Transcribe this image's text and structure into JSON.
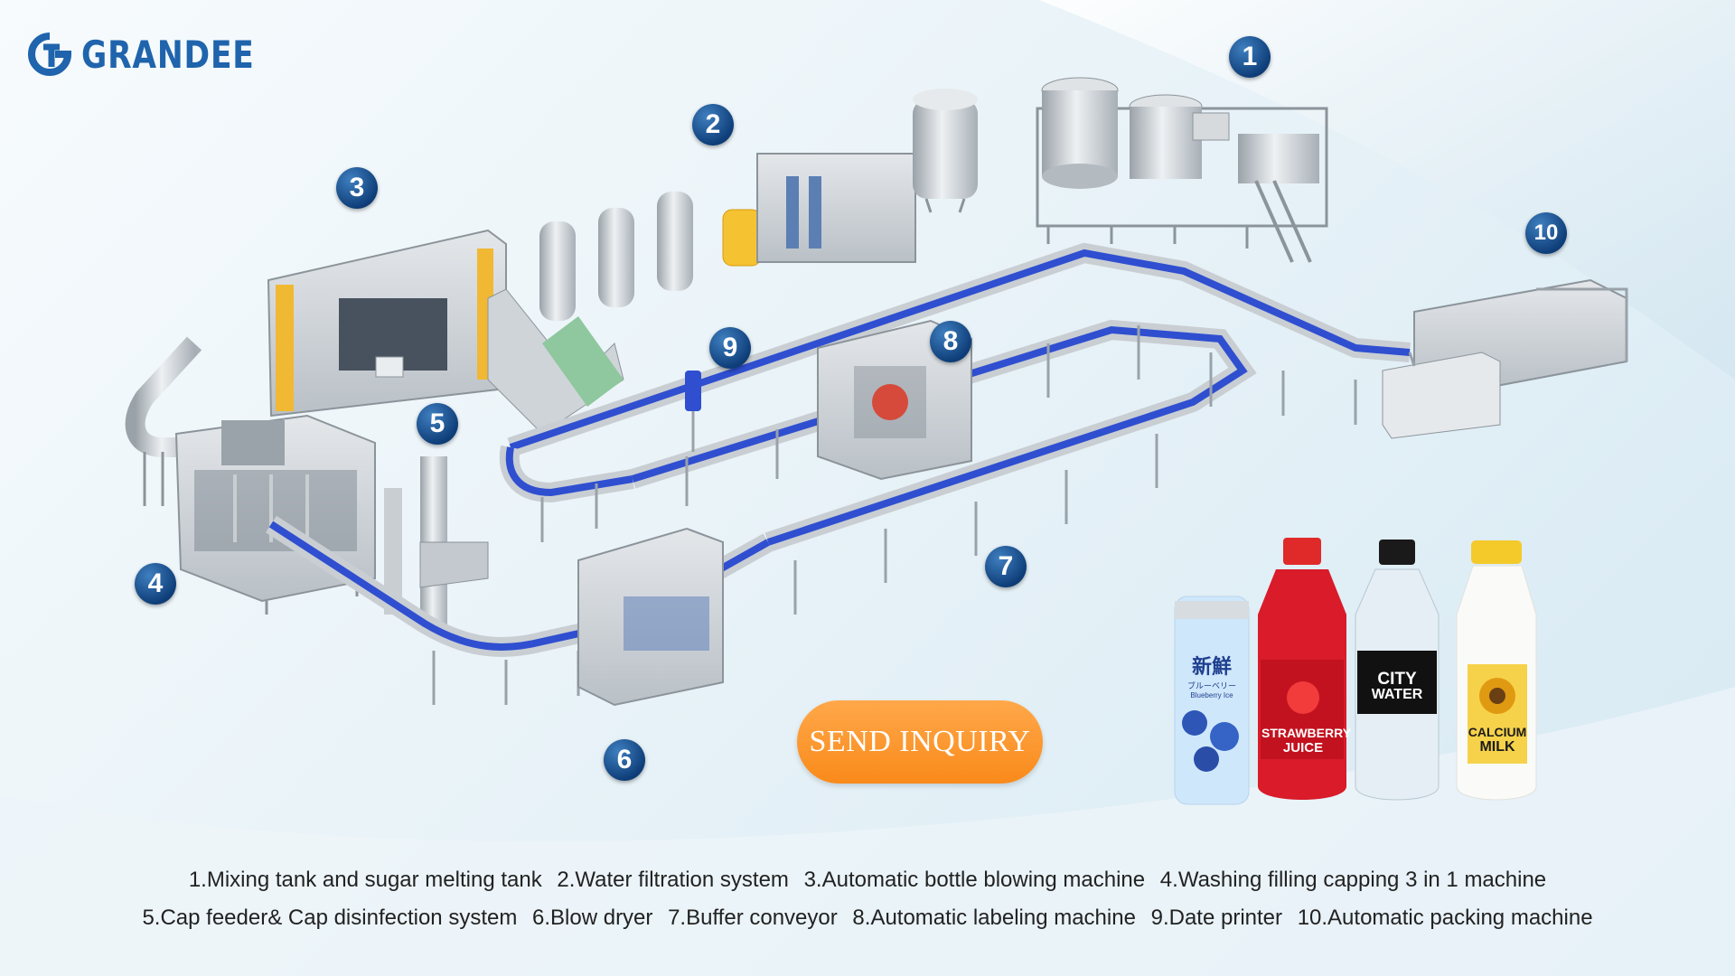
{
  "brand": {
    "name": "GRANDEE"
  },
  "markers": [
    {
      "label": "1",
      "name": "Mixing tank and sugar melting tank"
    },
    {
      "label": "2",
      "name": "Water filtration system"
    },
    {
      "label": "3",
      "name": "Automatic bottle blowing machine"
    },
    {
      "label": "4",
      "name": "Washing filling capping 3 in 1 machine"
    },
    {
      "label": "5",
      "name": "Cap feeder& Cap disinfection system"
    },
    {
      "label": "6",
      "name": "Blow dryer"
    },
    {
      "label": "7",
      "name": "Buffer conveyor"
    },
    {
      "label": "8",
      "name": "Automatic labeling machine"
    },
    {
      "label": "9",
      "name": "Date printer"
    },
    {
      "label": "10",
      "name": "Automatic packing machine"
    }
  ],
  "cta": {
    "label": "SEND INQUIRY"
  },
  "legend": {
    "line1": [
      "1.Mixing tank and sugar melting tank",
      "2.Water filtration system",
      "3.Automatic bottle blowing machine",
      "4.Washing filling capping 3 in 1 machine"
    ],
    "line2": [
      "5.Cap feeder& Cap disinfection system",
      "6.Blow dryer",
      "7.Buffer conveyor",
      "8.Automatic labeling machine",
      "9.Date printer",
      "10.Automatic packing machine"
    ]
  },
  "products": {
    "can": {
      "cn": "新鮮",
      "jp": "ブルーベリー",
      "en": "Blueberry Ice"
    },
    "strawberry": {
      "line1": "STRAWBERRY",
      "line2": "JUICE"
    },
    "water": {
      "line1": "CITY",
      "line2": "WATER"
    },
    "milk": {
      "line1": "CALCIUM",
      "line2": "MILK"
    }
  },
  "colors": {
    "brand_blue": "#1f64ac",
    "marker_blue": "#0f3f7a",
    "conveyor_blue": "#2f4fd0",
    "cta_orange": "#f98a1a",
    "steel": "#c9ced3"
  }
}
